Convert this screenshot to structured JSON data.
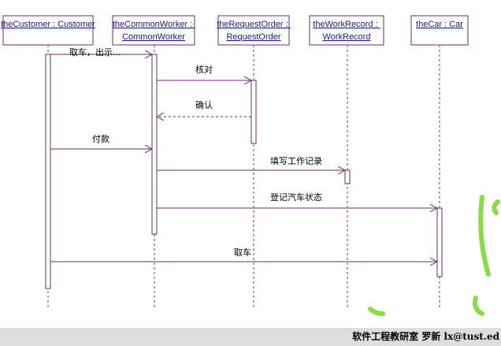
{
  "objects": [
    {
      "id": "customer",
      "label": "theCustomer : Customer"
    },
    {
      "id": "worker",
      "label": "theCommonWorker : CommonWorker"
    },
    {
      "id": "order",
      "label": "theRequestOrder : RequestOrder"
    },
    {
      "id": "record",
      "label": "theWorkRecord : WorkRecord"
    },
    {
      "id": "car",
      "label": "theCar : Car"
    }
  ],
  "messages": [
    {
      "from": "customer",
      "to": "worker",
      "label": "取车，出示...",
      "type": "call"
    },
    {
      "from": "worker",
      "to": "order",
      "label": "核对",
      "type": "call"
    },
    {
      "from": "order",
      "to": "worker",
      "label": "确认",
      "type": "return"
    },
    {
      "from": "customer",
      "to": "worker",
      "label": "付款",
      "type": "call"
    },
    {
      "from": "worker",
      "to": "record",
      "label": "填写工作记录",
      "type": "call"
    },
    {
      "from": "worker",
      "to": "car",
      "label": "登记汽车状态",
      "type": "call"
    },
    {
      "from": "customer",
      "to": "car",
      "label": "取车",
      "type": "call"
    }
  ],
  "footer": {
    "text": "软件工程教研室 罗新 lx@tust.ed"
  },
  "colors": {
    "line": "#6b2c6b",
    "label": "#1a1a80",
    "footer_bg": "#dedede"
  }
}
